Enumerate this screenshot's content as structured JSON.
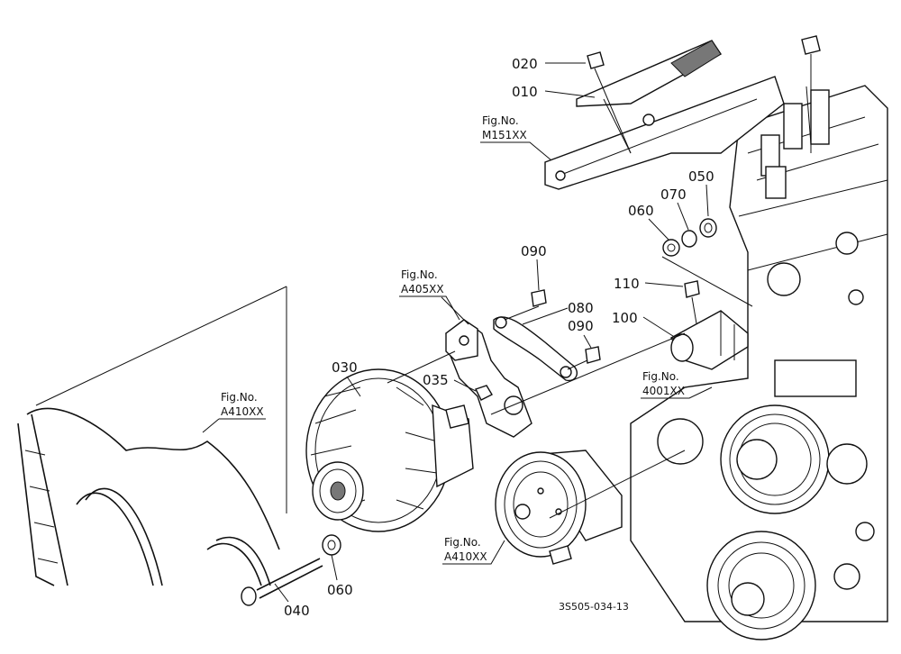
{
  "callouts": {
    "c020": "020",
    "c010": "010",
    "c050": "050",
    "c070": "070",
    "c060a": "060",
    "c090a": "090",
    "c110": "110",
    "c080": "080",
    "c090b": "090",
    "c100": "100",
    "c030": "030",
    "c035": "035",
    "c040": "040",
    "c060b": "060"
  },
  "fig_refs": {
    "m151": {
      "fig": "Fig.No.",
      "ref": "M151XX"
    },
    "a405": {
      "fig": "Fig.No.",
      "ref": "A405XX"
    },
    "a410top": {
      "fig": "Fig.No.",
      "ref": "A410XX"
    },
    "f4001": {
      "fig": "Fig.No.",
      "ref": "4001XX"
    },
    "a410bottom": {
      "fig": "Fig.No.",
      "ref": "A410XX"
    }
  },
  "drawing_code": "3S505-034-13"
}
